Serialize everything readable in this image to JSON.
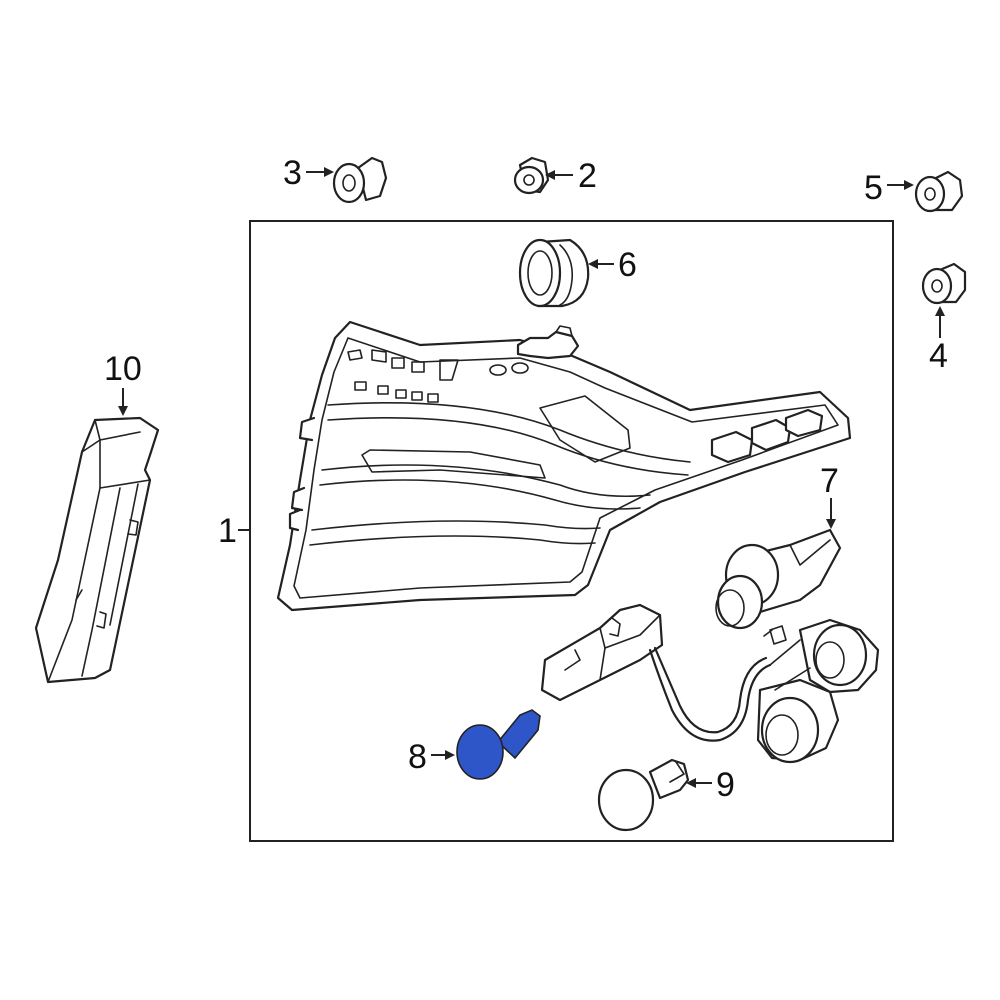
{
  "diagram": {
    "accent_color": "#2f56c8",
    "highlighted_part": "8",
    "callouts": [
      {
        "id": "1",
        "label": "1"
      },
      {
        "id": "2",
        "label": "2"
      },
      {
        "id": "3",
        "label": "3"
      },
      {
        "id": "4",
        "label": "4"
      },
      {
        "id": "5",
        "label": "5"
      },
      {
        "id": "6",
        "label": "6"
      },
      {
        "id": "7",
        "label": "7"
      },
      {
        "id": "8",
        "label": "8"
      },
      {
        "id": "9",
        "label": "9"
      },
      {
        "id": "10",
        "label": "10"
      }
    ],
    "parts": [
      {
        "id": "1",
        "icon": "tail-lamp-assembly-icon"
      },
      {
        "id": "2",
        "icon": "push-nut-icon"
      },
      {
        "id": "3",
        "icon": "clip-nut-icon"
      },
      {
        "id": "4",
        "icon": "clip-nut-icon"
      },
      {
        "id": "5",
        "icon": "clip-nut-icon"
      },
      {
        "id": "6",
        "icon": "grommet-icon"
      },
      {
        "id": "7",
        "icon": "bulb-socket-harness-icon"
      },
      {
        "id": "8",
        "icon": "wedge-bulb-icon"
      },
      {
        "id": "9",
        "icon": "bayonet-bulb-icon"
      },
      {
        "id": "10",
        "icon": "side-bracket-icon"
      }
    ]
  }
}
